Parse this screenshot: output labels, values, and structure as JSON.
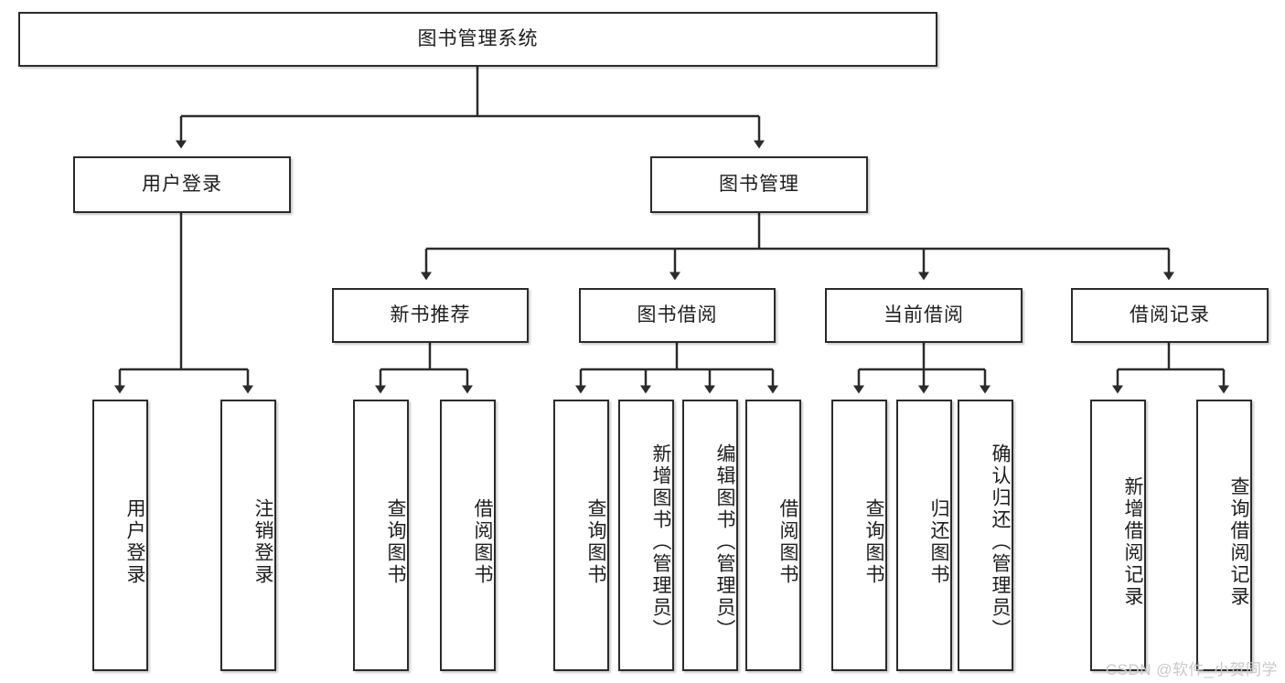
{
  "diagram": {
    "type": "tree-hierarchy-chart",
    "title_node": "图书管理系统",
    "watermark": "CSDN @软件_小贺同学",
    "colors": {
      "stroke": "#2b2b2b",
      "fill": "#ffffff",
      "text": "#1d1d1d",
      "watermark": "#c9c9c9"
    },
    "levels": {
      "level1": [
        "图书管理系统"
      ],
      "level2": [
        "用户登录",
        "图书管理"
      ],
      "level3": [
        "新书推荐",
        "图书借阅",
        "当前借阅",
        "借阅记录"
      ],
      "level4": [
        "用户登录",
        "注销登录",
        "查询图书",
        "借阅图书",
        "查询图书",
        "新增图书（管理员）",
        "编辑图书（管理员）",
        "借阅图书",
        "查询图书",
        "归还图书",
        "确认归还（管理员）",
        "新增借阅记录",
        "查询借阅记录"
      ]
    },
    "nodes": {
      "root": {
        "label": "图书管理系统"
      },
      "user_login": {
        "label": "用户登录"
      },
      "book_manage": {
        "label": "图书管理"
      },
      "new_book_rec": {
        "label": "新书推荐"
      },
      "book_borrow": {
        "label": "图书借阅"
      },
      "current_borrow": {
        "label": "当前借阅"
      },
      "borrow_record": {
        "label": "借阅记录"
      },
      "leaf_user_login": {
        "label": "用户登录"
      },
      "leaf_logout": {
        "label": "注销登录"
      },
      "leaf_query_book_a": {
        "label": "查询图书"
      },
      "leaf_borrow_book_a": {
        "label": "借阅图书"
      },
      "leaf_query_book_b": {
        "label": "查询图书"
      },
      "leaf_add_book": {
        "label": "新增图书（管理员）"
      },
      "leaf_edit_book": {
        "label": "编辑图书（管理员）"
      },
      "leaf_borrow_book_b": {
        "label": "借阅图书"
      },
      "leaf_query_book_c": {
        "label": "查询图书"
      },
      "leaf_return_book": {
        "label": "归还图书"
      },
      "leaf_confirm_return": {
        "label": "确认归还（管理员）"
      },
      "leaf_add_record": {
        "label": "新增借阅记录"
      },
      "leaf_query_record": {
        "label": "查询借阅记录"
      }
    }
  }
}
